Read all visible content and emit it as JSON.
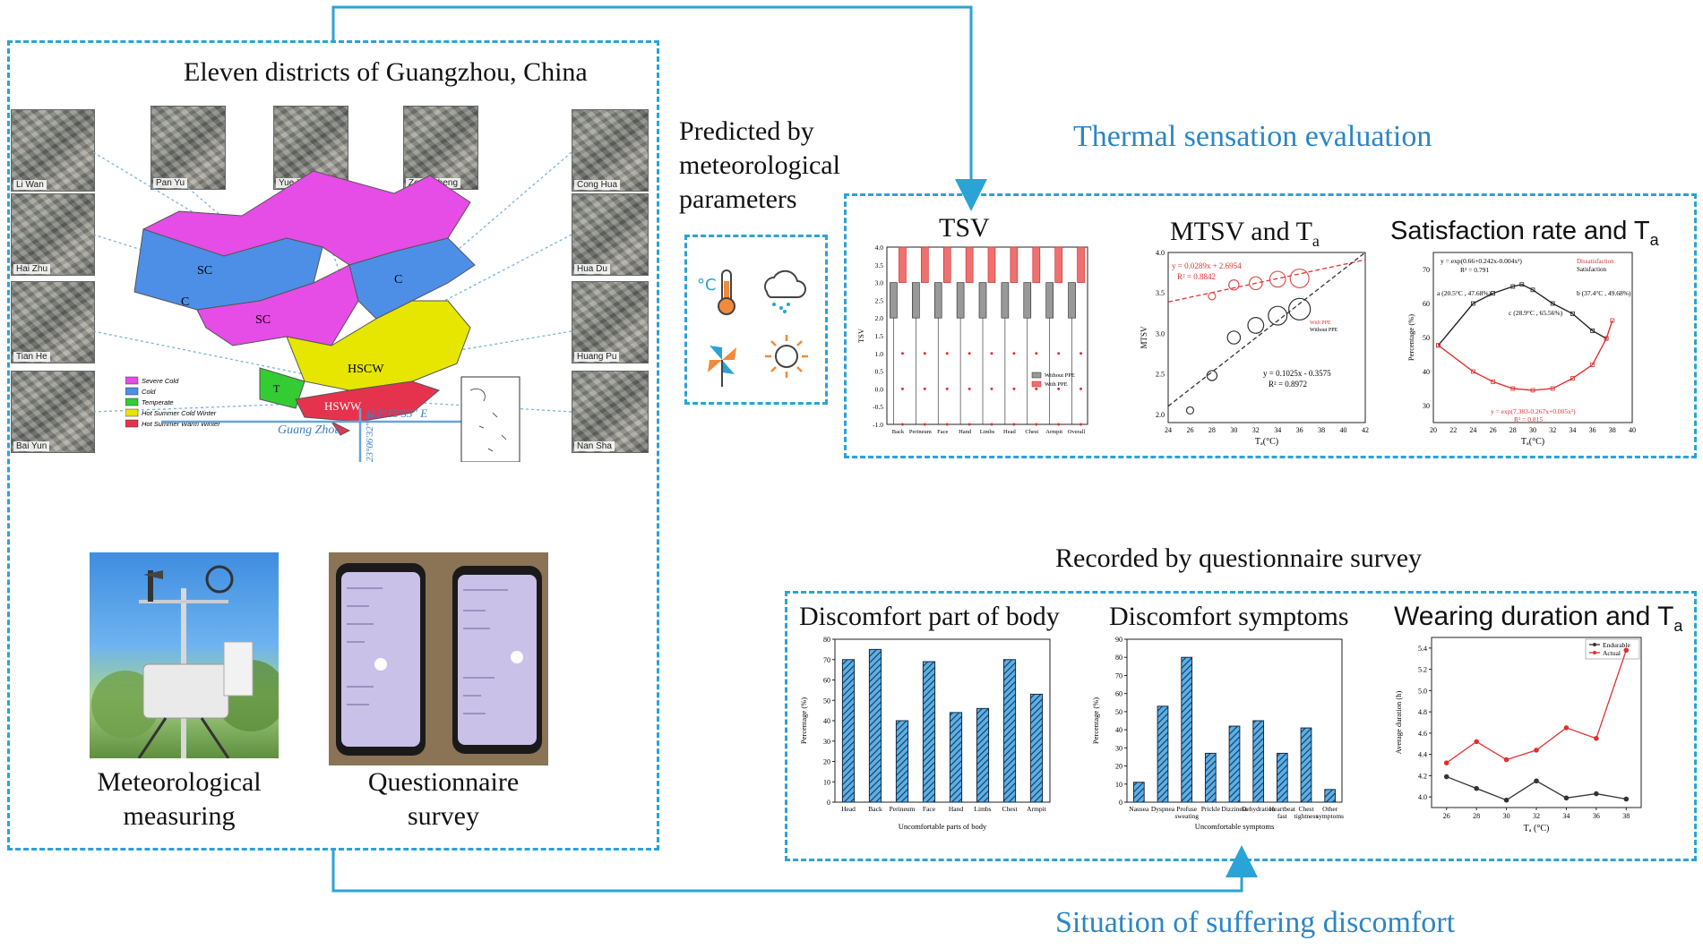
{
  "left_panel": {
    "title": "Eleven districts of Guangzhou, China",
    "districts_left": [
      "Li Wan",
      "Hai Zhu",
      "Tian He",
      "Bai Yun"
    ],
    "districts_top": [
      "Pan Yu",
      "Yue Xiu",
      "Zeng Cheng"
    ],
    "districts_right": [
      "Cong Hua",
      "Hua Du",
      "Huang Pu",
      "Nan Sha"
    ],
    "map": {
      "region_labels": [
        "SC",
        "C",
        "SC",
        "C",
        "HSCW",
        "HSWW",
        "T"
      ],
      "legend": [
        {
          "code": "SC",
          "name": "Severe Cold",
          "color": "#e64ce6"
        },
        {
          "code": "C",
          "name": "Cold",
          "color": "#4d8fe6"
        },
        {
          "code": "T",
          "name": "Temperate",
          "color": "#33cc33"
        },
        {
          "code": "HSCW",
          "name": "Hot Summer Cold Winter",
          "color": "#e6e600"
        },
        {
          "code": "HSWW",
          "name": "Hot Summer Warm Winter",
          "color": "#e6334d"
        }
      ],
      "city_label": "Guang Zhou",
      "coord_lat": "23°06'32\" N",
      "coord_lon": "113°15'53\" E"
    },
    "photo_labels": [
      "Meteorological measuring",
      "Questionnaire survey"
    ]
  },
  "predicted": {
    "text": "Predicted by meteorological parameters",
    "icons": [
      "thermometer-icon",
      "rain-cloud-icon",
      "fan-icon",
      "sun-icon"
    ]
  },
  "thermal": {
    "title": "Thermal sensation evaluation",
    "plots": [
      {
        "title": "TSV",
        "ylabel": "TSV",
        "x_labels": [
          "Back",
          "Perineum",
          "Face",
          "Hand",
          "Limbs",
          "Head",
          "Chest",
          "Armpit",
          "Overall"
        ],
        "y_ticks": [
          "-1.0",
          "-0.5",
          "0.0",
          "0.5",
          "1.0",
          "1.5",
          "2.0",
          "2.5",
          "3.0",
          "3.5",
          "4.0"
        ],
        "legend": [
          "Without PPE",
          "With PPE"
        ]
      },
      {
        "title": "MTSV and T",
        "title_sub": "a",
        "ylabel": "MTSV",
        "xlabel": "Tₐ(°C)",
        "eq1": "y = 0.0289x + 2.6954",
        "r1": "R² = 0.8842",
        "eq2": "y = 0.1025x - 0.3575",
        "r2": "R² = 0.8972",
        "legend": [
          "With PPE",
          "Without PPE"
        ],
        "x_ticks": [
          "24",
          "26",
          "28",
          "30",
          "32",
          "34",
          "36",
          "38",
          "40",
          "42"
        ],
        "y_ticks": [
          "2.0",
          "2.5",
          "3.0",
          "3.5",
          "4.0"
        ]
      },
      {
        "title": "Satisfaction rate and T",
        "title_sub": "a",
        "ylabel": "Percentage (%)",
        "xlabel": "Tₐ(°C)",
        "eq_top": "y = exp(0.66+0.242x-0.004x²)",
        "r_top": "R² = 0.791",
        "eq_bottom": "y = exp(7.383-0.267x+0.005x²)",
        "r_bottom": "R² = 0.815",
        "points": [
          "a (20.5°C , 47.68%)",
          "c (28.9°C , 65.56%)",
          "b (37.4°C , 49.68%)"
        ],
        "legend": [
          "Dissatisfaction",
          "Satisfaction"
        ],
        "x_ticks": [
          "20",
          "22",
          "24",
          "26",
          "28",
          "30",
          "32",
          "34",
          "36",
          "38",
          "40"
        ],
        "y_ticks": [
          "30",
          "40",
          "50",
          "60",
          "70"
        ]
      }
    ]
  },
  "recorded_label": "Recorded by questionnaire survey",
  "discomfort": {
    "title": "Situation of suffering discomfort",
    "plots": [
      {
        "title": "Discomfort part of body",
        "ylabel": "Percentage (%)",
        "xlabel": "Uncomfortable parts of body",
        "y_ticks": [
          "0",
          "10",
          "20",
          "30",
          "40",
          "50",
          "60",
          "70",
          "80"
        ]
      },
      {
        "title": "Discomfort symptoms",
        "ylabel": "Percentage (%)",
        "xlabel": "Uncomfortable symptoms",
        "y_ticks": [
          "0",
          "10",
          "20",
          "30",
          "40",
          "50",
          "60",
          "70",
          "80",
          "90"
        ]
      },
      {
        "title": "Wearing duration and T",
        "title_sub": "a",
        "ylabel": "Average duration (h)",
        "xlabel": "Tₐ (°C)",
        "legend": [
          "Endurable",
          "Actual"
        ],
        "x_ticks": [
          "26",
          "28",
          "30",
          "32",
          "34",
          "36",
          "38"
        ],
        "y_ticks": [
          "4.0",
          "4.2",
          "4.4",
          "4.6",
          "4.8",
          "5.0",
          "5.2",
          "5.4"
        ]
      }
    ]
  },
  "chart_data": [
    {
      "type": "bar",
      "title": "Discomfort part of body",
      "xlabel": "Uncomfortable parts of body",
      "ylabel": "Percentage (%)",
      "categories": [
        "Head",
        "Back",
        "Perineum",
        "Face",
        "Hand",
        "Limbs",
        "Chest",
        "Armpit"
      ],
      "values": [
        70,
        75,
        40,
        69,
        44,
        46,
        70,
        53
      ],
      "ylim": [
        0,
        80
      ]
    },
    {
      "type": "bar",
      "title": "Discomfort symptoms",
      "xlabel": "Uncomfortable symptoms",
      "ylabel": "Percentage (%)",
      "categories": [
        "Nausea",
        "Dyspnea",
        "Profuse sweating",
        "Prickle",
        "Dizziness",
        "Dehydration",
        "Heartbeat fast",
        "Chest tightness",
        "Other symptoms"
      ],
      "values": [
        11,
        53,
        80,
        27,
        42,
        45,
        27,
        41,
        7
      ],
      "ylim": [
        0,
        90
      ]
    },
    {
      "type": "line",
      "title": "Wearing duration and T",
      "xlabel": "Tₐ (°C)",
      "ylabel": "Average duration (h)",
      "x": [
        26,
        28,
        30,
        32,
        34,
        36,
        38
      ],
      "series": [
        {
          "name": "Endurable",
          "values": [
            4.19,
            4.08,
            3.97,
            4.15,
            3.99,
            4.03,
            3.98
          ],
          "color": "#333333"
        },
        {
          "name": "Actual",
          "values": [
            4.32,
            4.52,
            4.35,
            4.44,
            4.65,
            4.55,
            5.38
          ],
          "color": "#e03030"
        }
      ],
      "xlim": [
        25,
        39
      ],
      "ylim": [
        3.9,
        5.5
      ]
    },
    {
      "type": "scatter",
      "title": "MTSV and T",
      "xlabel": "Tₐ(°C)",
      "ylabel": "MTSV",
      "series": [
        {
          "name": "With PPE",
          "x": [
            28,
            30,
            32,
            34,
            36
          ],
          "values": [
            3.46,
            3.6,
            3.62,
            3.67,
            3.68
          ],
          "color": "#e05050"
        },
        {
          "name": "Without PPE",
          "x": [
            26,
            28,
            30,
            32,
            34,
            36
          ],
          "values": [
            2.05,
            2.48,
            2.95,
            3.1,
            3.22,
            3.3
          ],
          "color": "#333333"
        }
      ],
      "xlim": [
        24,
        42
      ],
      "ylim": [
        1.9,
        4.0
      ]
    },
    {
      "type": "line",
      "title": "Satisfaction rate and T",
      "xlabel": "Tₐ(°C)",
      "ylabel": "Percentage (%)",
      "series": [
        {
          "name": "Satisfaction",
          "x": [
            20.5,
            24,
            26,
            28,
            28.9,
            30,
            32,
            34,
            36,
            37.4
          ],
          "values": [
            47.7,
            60,
            63,
            65,
            65.6,
            64,
            60,
            57,
            52,
            49.7
          ],
          "color": "#222222"
        },
        {
          "name": "Dissatisfaction",
          "x": [
            20.5,
            24,
            26,
            28,
            30,
            32,
            34,
            36,
            37.4,
            38
          ],
          "values": [
            47.7,
            40,
            37,
            35,
            34.5,
            35,
            38,
            42,
            49.7,
            55
          ],
          "color": "#e03030"
        }
      ],
      "xlim": [
        20,
        40
      ],
      "ylim": [
        25,
        75
      ]
    }
  ]
}
